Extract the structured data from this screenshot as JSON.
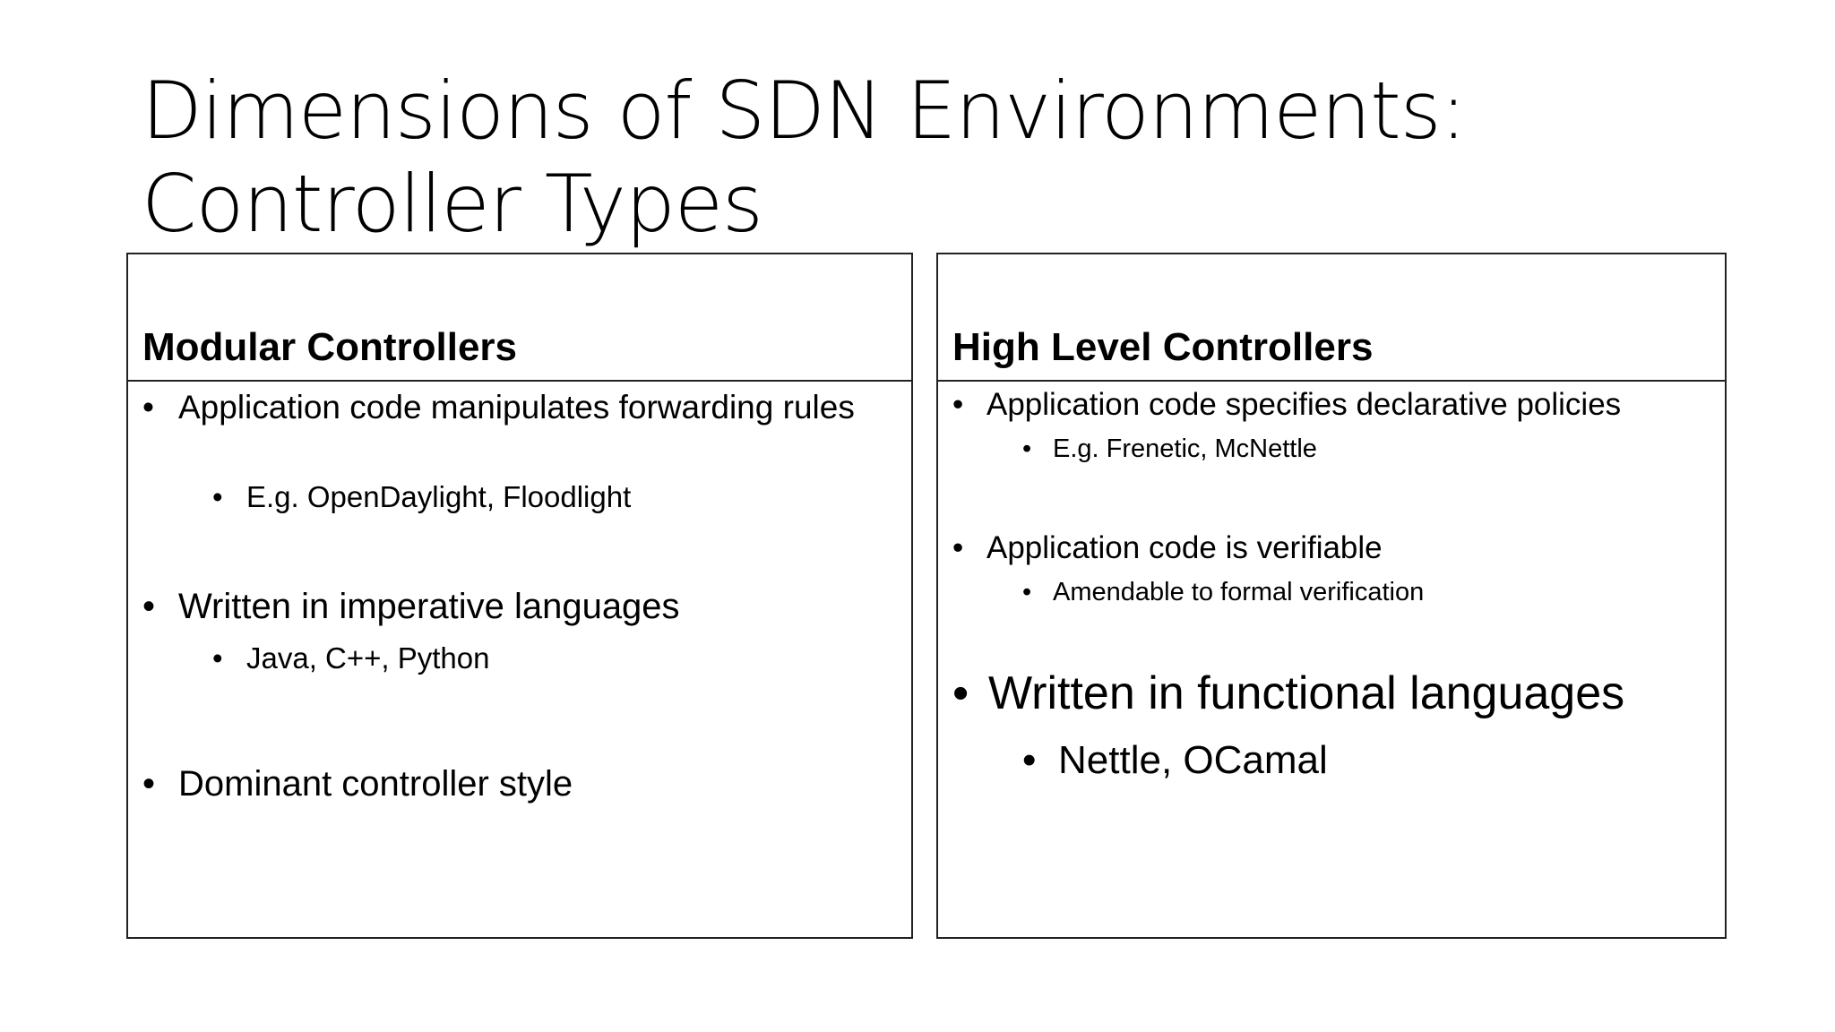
{
  "slide": {
    "title_line1": "Dimensions of SDN Environments:",
    "title_line2": "Controller Types",
    "bullet_glyph": "•"
  },
  "left_panel": {
    "title": "Modular Controllers",
    "items": [
      {
        "text": "Application code manipulates forwarding rules",
        "sub": "E.g. OpenDaylight, Floodlight"
      },
      {
        "text": "Written in imperative languages",
        "sub": "Java, C++, Python"
      },
      {
        "text": "Dominant controller style"
      }
    ]
  },
  "right_panel": {
    "title": "High Level Controllers",
    "items": [
      {
        "text": "Application code specifies declarative policies",
        "sub": "E.g. Frenetic, McNettle"
      },
      {
        "text": "Application code is verifiable",
        "sub": "Amendable to formal verification"
      },
      {
        "text": "Written in functional languages",
        "sub": "Nettle, OCamal"
      }
    ]
  }
}
